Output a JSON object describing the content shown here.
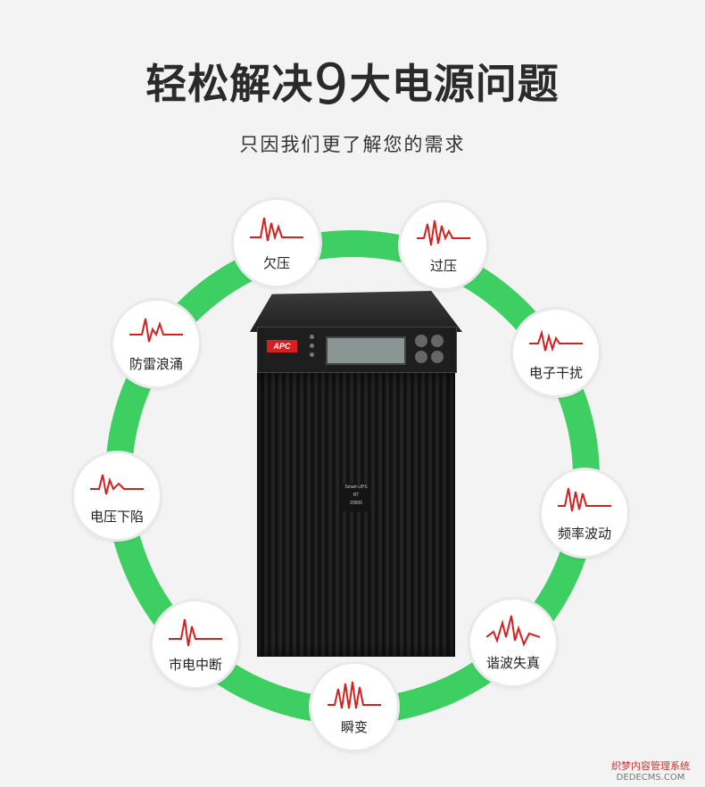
{
  "title": {
    "prefix": "轻松解决",
    "number": "9",
    "suffix": "大电源问题"
  },
  "subtitle": "只因我们更了解您的需求",
  "colors": {
    "ring": "#3ecf63",
    "wave": "#d42020",
    "badge_bg": "#ffffff"
  },
  "ups": {
    "logo": "APC",
    "label_lines": [
      "Smart-UPS",
      "RT",
      "20000"
    ]
  },
  "problems": [
    {
      "label": "欠压",
      "icon": "wave-undervoltage-icon"
    },
    {
      "label": "过压",
      "icon": "wave-overvoltage-icon"
    },
    {
      "label": "防雷浪涌",
      "icon": "wave-surge-icon"
    },
    {
      "label": "电子干扰",
      "icon": "wave-interference-icon"
    },
    {
      "label": "电压下陷",
      "icon": "wave-sag-icon"
    },
    {
      "label": "频率波动",
      "icon": "wave-frequency-icon"
    },
    {
      "label": "市电中断",
      "icon": "wave-outage-icon"
    },
    {
      "label": "谐波失真",
      "icon": "wave-harmonic-icon"
    },
    {
      "label": "瞬变",
      "icon": "wave-transient-icon"
    }
  ],
  "watermark": {
    "line1": "织梦内容管理系统",
    "line2": "DEDECMS.COM"
  }
}
